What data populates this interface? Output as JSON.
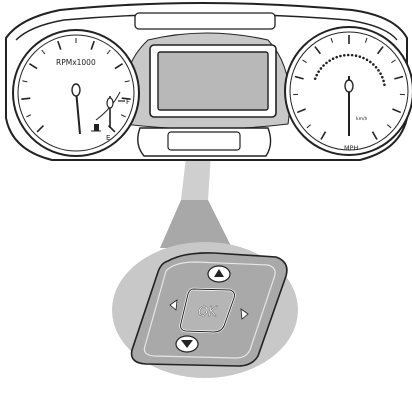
{
  "tachometer": {
    "unit_label": "RPMx1000",
    "fuel_full_label": "F",
    "fuel_empty_label": "E",
    "fuel_icon": "fuel-pump-icon"
  },
  "speedometer": {
    "unit_label": "MPH",
    "secondary_unit_label": "km/h"
  },
  "display": {
    "screen": "message-center-screen"
  },
  "controls": {
    "ok_label": "OK",
    "icons": {
      "up": "arrow-up-icon",
      "down": "arrow-down-icon",
      "left": "arrow-left-icon",
      "right": "arrow-right-icon"
    }
  },
  "colors": {
    "gauge_face": "#ffffff",
    "screen_fill": "#b8b8b8",
    "highlight": "#c8c8c8",
    "control_pad": "#a9a9a9",
    "line": "#222222"
  }
}
